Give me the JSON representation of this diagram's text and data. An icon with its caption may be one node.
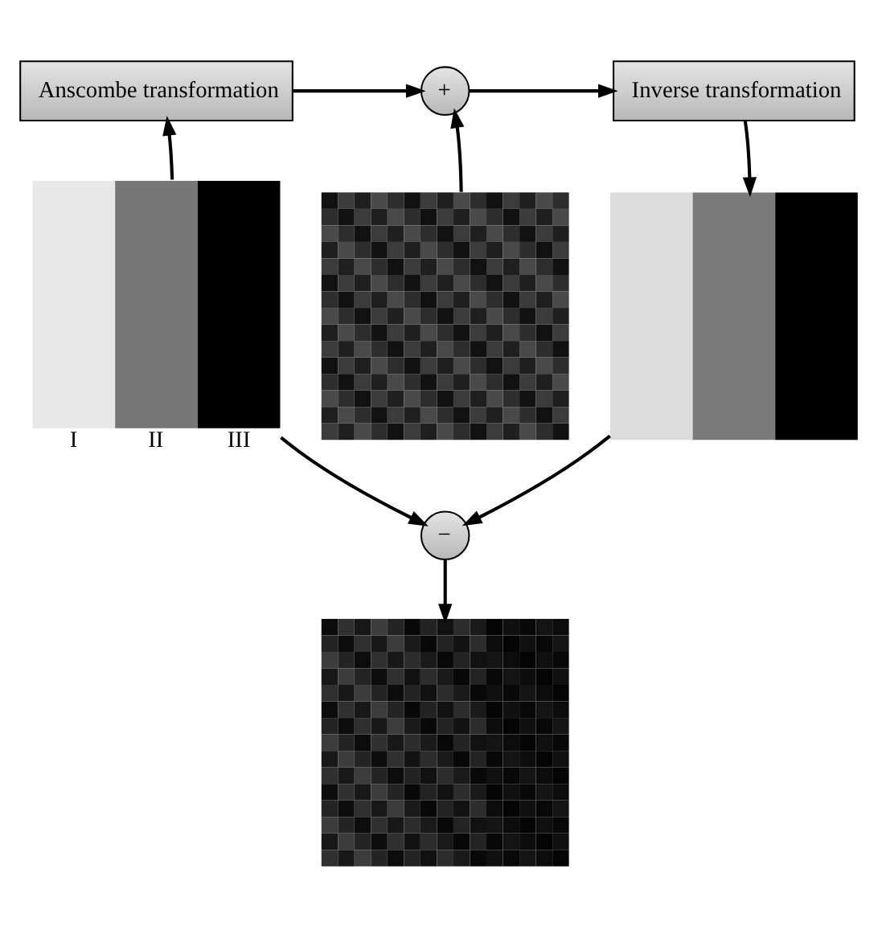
{
  "diagram": {
    "nodes": [
      {
        "text": [
          "Anscombe transformation"
        ]
      },
      {
        "text": [
          "+"
        ]
      },
      {
        "text": [
          "Inverse transformation"
        ]
      },
      {
        "text": [],
        "shape": "picture",
        "beside": [
          "I",
          "II",
          "III"
        ]
      },
      {
        "text": [],
        "shape": "picture"
      },
      {
        "text": [],
        "shape": "picture"
      },
      {
        "text": [
          "−"
        ]
      },
      {
        "text": [],
        "shape": "picture"
      }
    ],
    "edges": [
      {
        "from": 3,
        "to": 0,
        "arrow": "to"
      },
      {
        "from": 0,
        "to": 1,
        "arrow": "to"
      },
      {
        "from": 4,
        "to": 1,
        "arrow": "to"
      },
      {
        "from": 1,
        "to": 2,
        "arrow": "to"
      },
      {
        "from": 2,
        "to": 5,
        "arrow": "to"
      },
      {
        "from": 3,
        "to": 6,
        "arrow": "to"
      },
      {
        "from": 5,
        "to": 6,
        "arrow": "to"
      },
      {
        "from": 6,
        "to": 7,
        "arrow": "to"
      }
    ]
  }
}
